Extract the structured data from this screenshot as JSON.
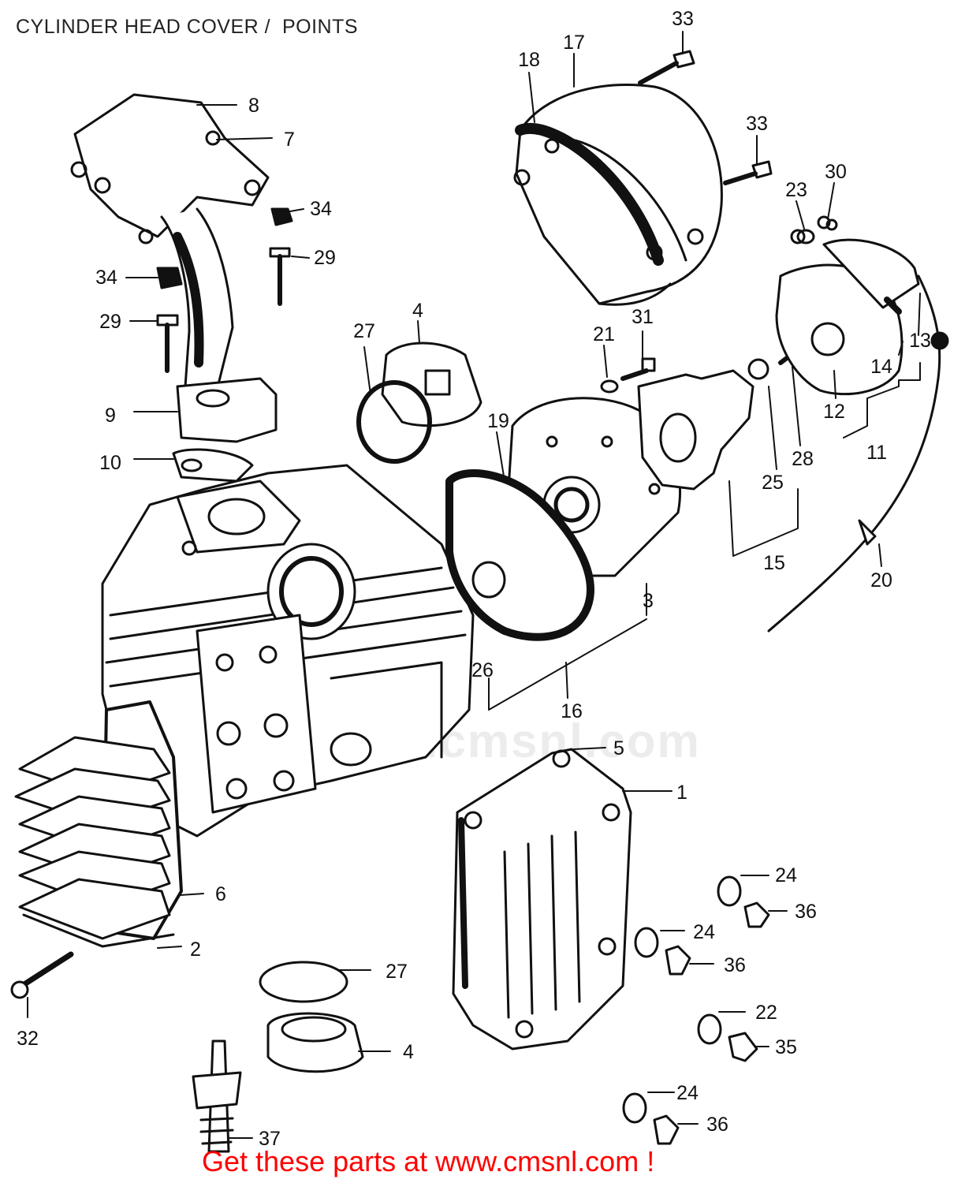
{
  "header": {
    "title": "CYLINDER HEAD COVER /  POINTS"
  },
  "footer": {
    "text": "Get these parts at www.cmsnl.com !"
  },
  "watermark": {
    "text": "www.cmsnl.com"
  },
  "colors": {
    "ink": "#111111",
    "footer": "#ff0000",
    "watermark": "#ececec"
  },
  "callouts": [
    "33",
    "17",
    "18",
    "33",
    "30",
    "23",
    "8",
    "7",
    "34",
    "29",
    "34",
    "29",
    "27",
    "4",
    "21",
    "31",
    "13",
    "14",
    "12",
    "11",
    "25",
    "28",
    "15",
    "20",
    "9",
    "19",
    "10",
    "3",
    "26",
    "16",
    "5",
    "1",
    "6",
    "2",
    "24",
    "36",
    "24",
    "36",
    "27",
    "22",
    "35",
    "32",
    "4",
    "24",
    "36",
    "37"
  ]
}
